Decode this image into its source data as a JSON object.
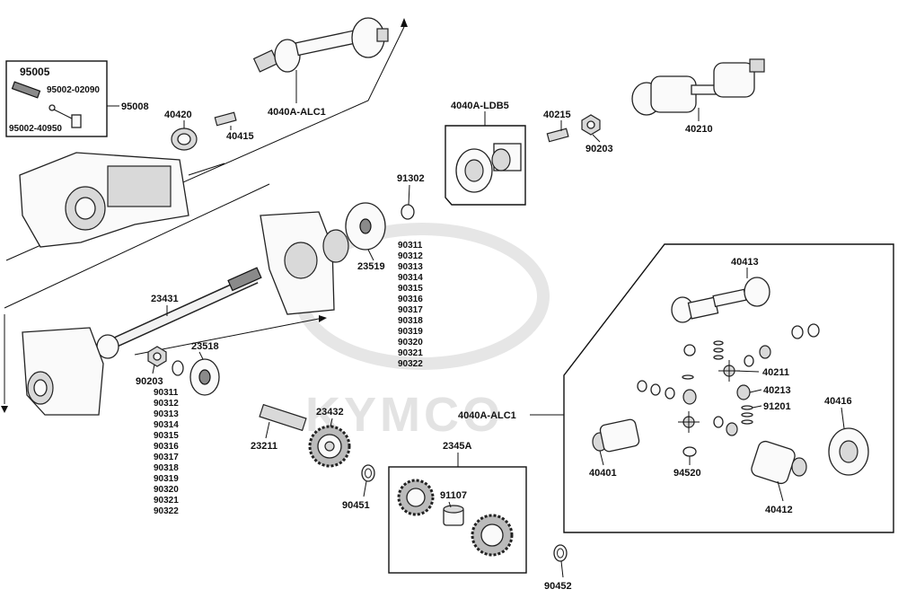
{
  "watermark": {
    "text": "KYMCO",
    "color": "#e3e3e3"
  },
  "labels": {
    "p95005": "95005",
    "p95002_02090": "95002-02090",
    "p95002_40950": "95002-40950",
    "p95008": "95008",
    "p40420": "40420",
    "p40415": "40415",
    "p4040A_ALC1_top": "4040A-ALC1",
    "p4040A_LDB5": "4040A-LDB5",
    "p40215": "40215",
    "p90203_top": "90203",
    "p40210": "40210",
    "p91302": "91302",
    "p23519": "23519",
    "p23431": "23431",
    "p90203_left": "90203",
    "p23518": "23518",
    "p23432": "23432",
    "p23211": "23211",
    "p2345A": "2345A",
    "p91107": "91107",
    "p90451": "90451",
    "p90452": "90452",
    "p40413": "40413",
    "p40211": "40211",
    "p40213": "40213",
    "p91201": "91201",
    "p4040A_ALC1_right": "4040A-ALC1",
    "p40416": "40416",
    "p40401": "40401",
    "p94520": "94520",
    "p40412": "40412"
  },
  "shim_list_mid": [
    "90311",
    "90312",
    "90313",
    "90314",
    "90315",
    "90316",
    "90317",
    "90318",
    "90319",
    "90320",
    "90321",
    "90322"
  ],
  "shim_list_left": [
    "90311",
    "90312",
    "90313",
    "90314",
    "90315",
    "90316",
    "90317",
    "90318",
    "90319",
    "90320",
    "90321",
    "90322"
  ]
}
